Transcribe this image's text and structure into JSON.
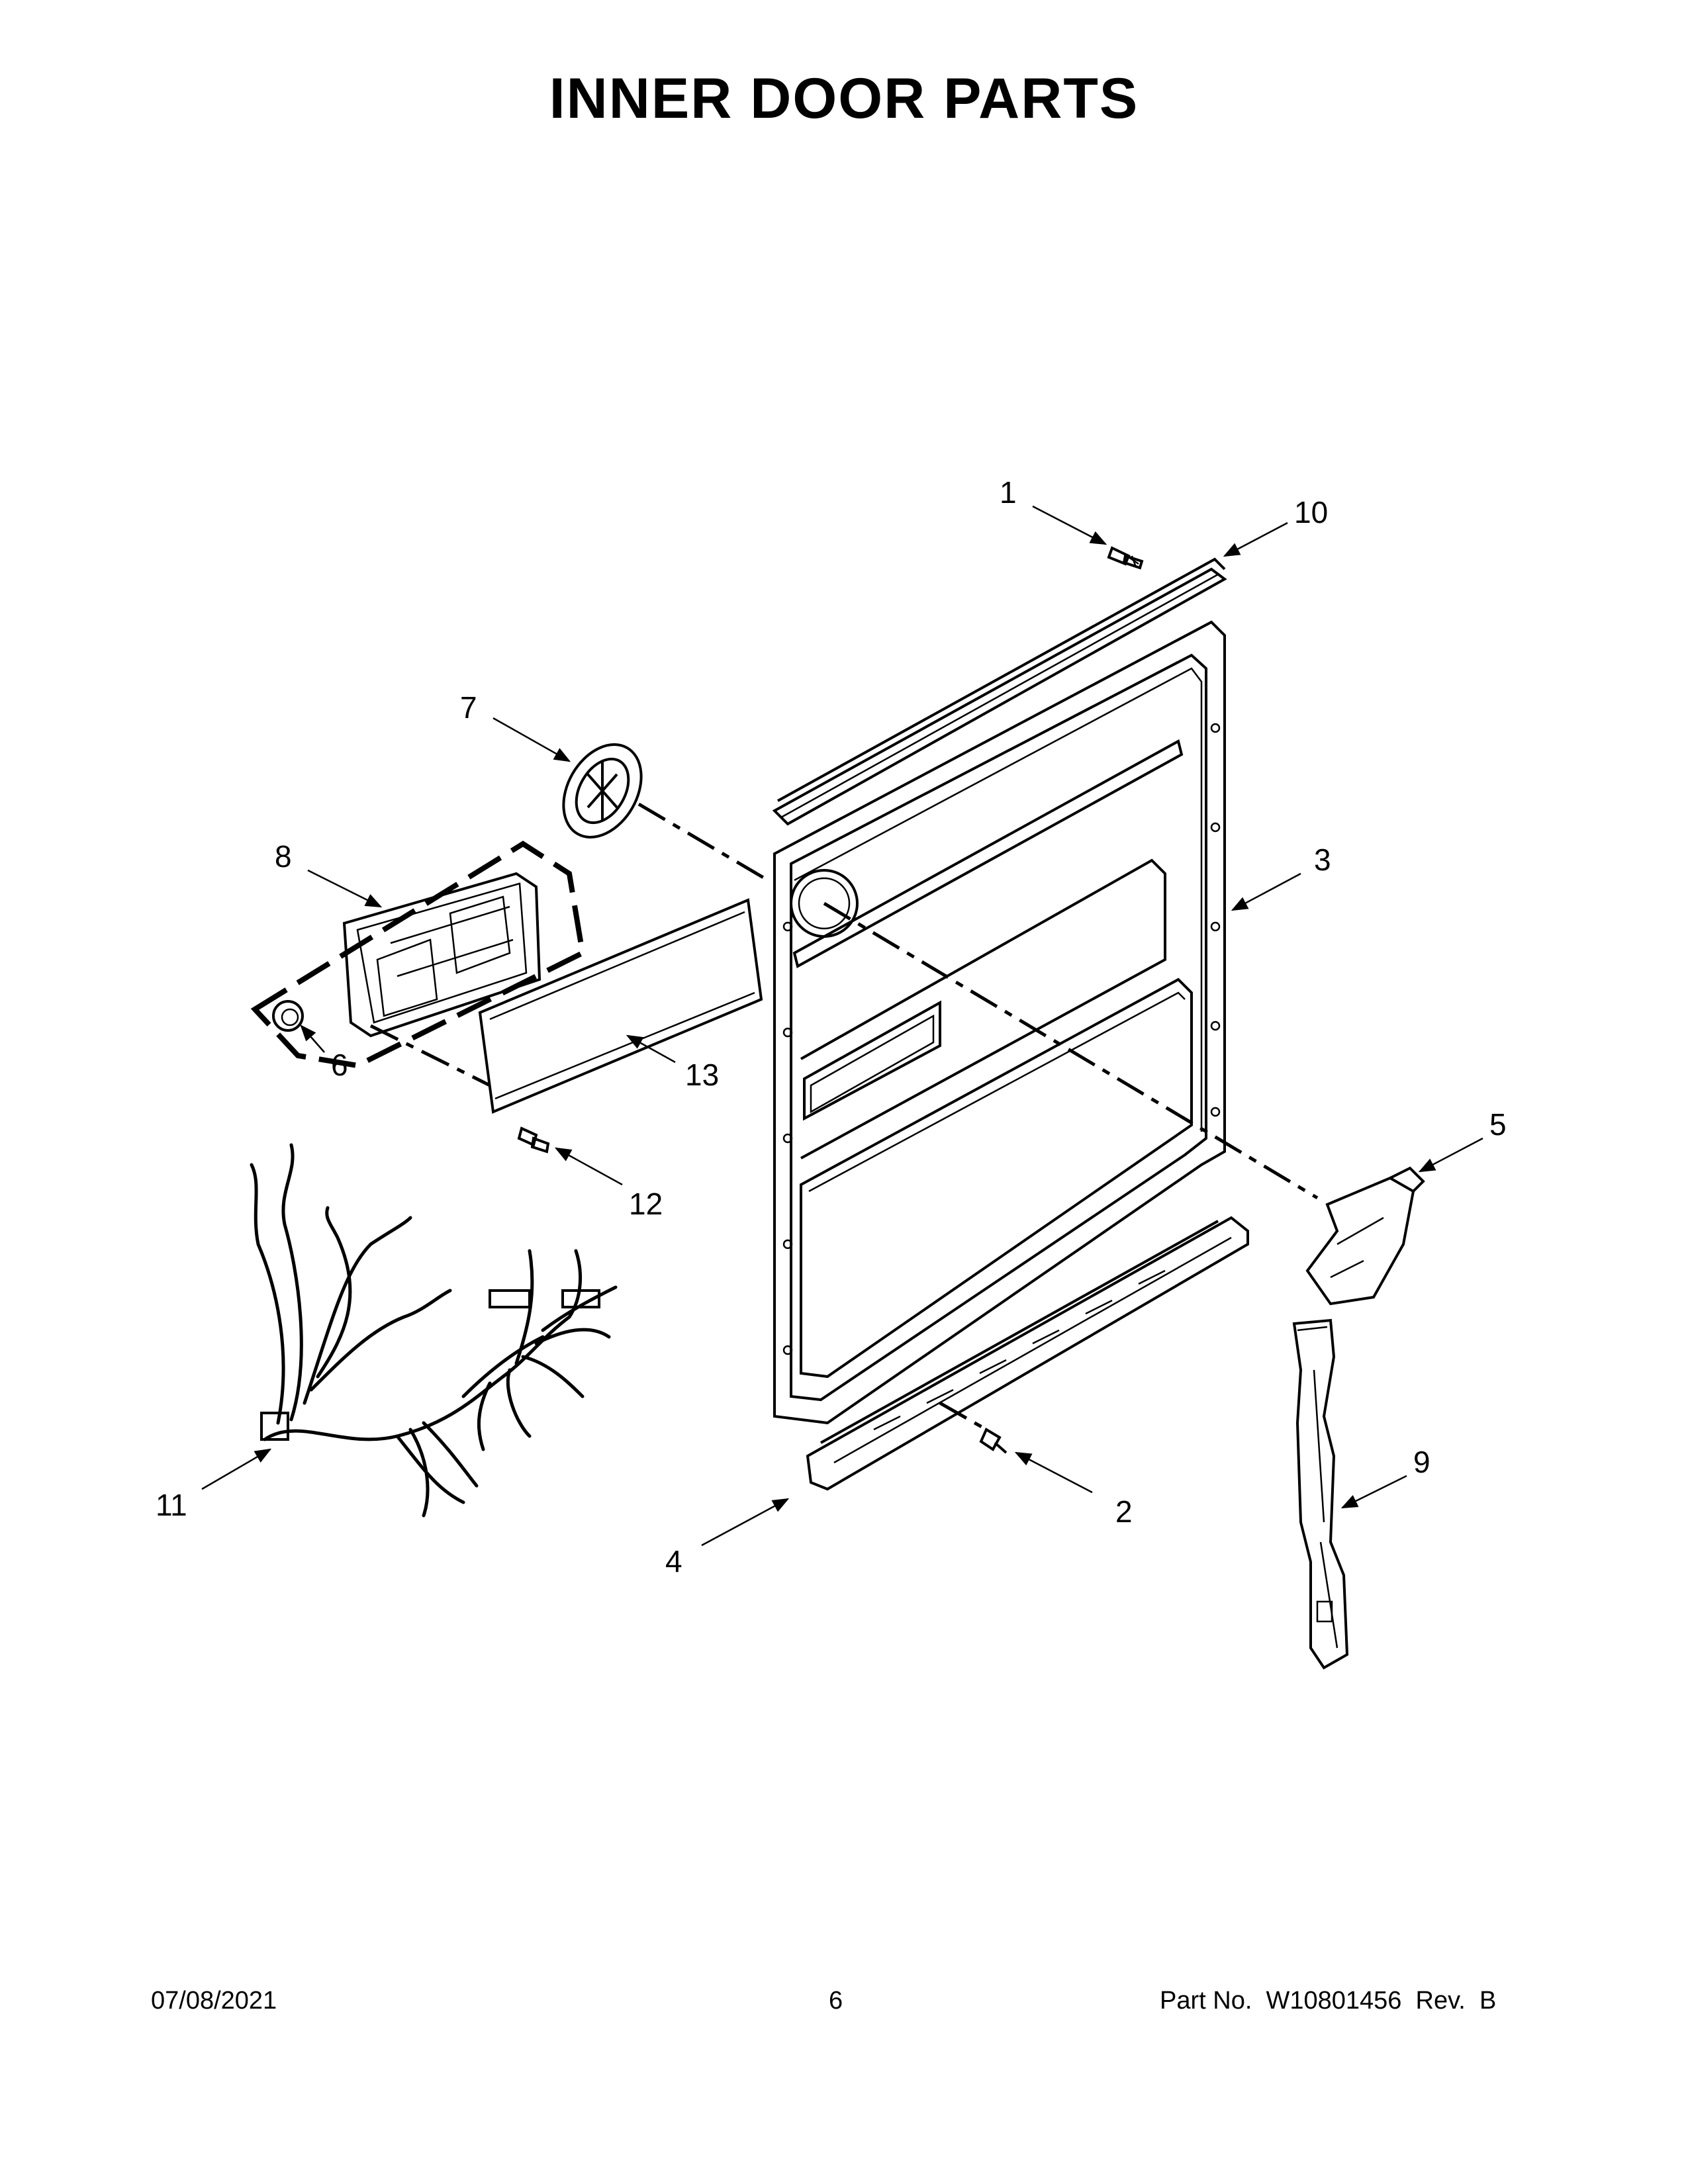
{
  "title": "INNER DOOR PARTS",
  "callouts": {
    "c1": "1",
    "c2": "2",
    "c3": "3",
    "c4": "4",
    "c5": "5",
    "c6": "6",
    "c7": "7",
    "c8": "8",
    "c9": "9",
    "c10": "10",
    "c11": "11",
    "c12": "12",
    "c13": "13"
  },
  "footer": {
    "date": "07/08/2021",
    "page": "6",
    "part": "Part No.  W10801456  Rev.  B"
  }
}
